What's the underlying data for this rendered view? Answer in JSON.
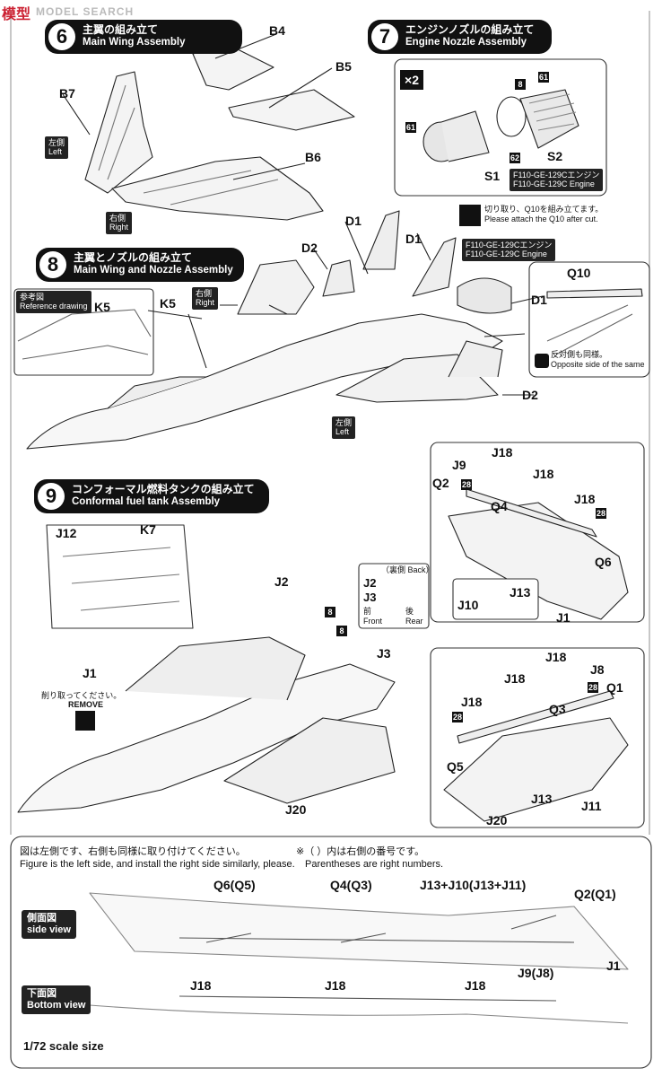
{
  "watermark": {
    "site": "MODEL SEARCH",
    "logo_text": "模型"
  },
  "step6": {
    "num": "6",
    "ja": "主翼の組み立て",
    "en": "Main Wing Assembly"
  },
  "step7": {
    "num": "7",
    "ja": "エンジンノズルの組み立て",
    "en": "Engine Nozzle Assembly",
    "multiplier": "×2",
    "parts": {
      "p61a": "61",
      "p61b": "61",
      "p8": "8",
      "p62": "62",
      "s1": "S1",
      "s2": "S2"
    },
    "engine_tag": [
      "F110-GE-129Cエンジン",
      "F110-GE-129C Engine"
    ]
  },
  "step8": {
    "num": "8",
    "ja": "主翼とノズルの組み立て",
    "en": "Main Wing and Nozzle Assembly"
  },
  "step9": {
    "num": "9",
    "ja": "コンフォーマル燃料タンクの組み立て",
    "en": "Conformal fuel tank Assembly"
  },
  "labels": {
    "b4": "B4",
    "b5": "B5",
    "b6": "B6",
    "b7": "B7",
    "d1a": "D1",
    "d1b": "D1",
    "d1c": "D1",
    "d2a": "D2",
    "d2b": "D2",
    "k5a": "K5",
    "k5b": "K5",
    "k7": "K7",
    "j12": "J12",
    "j1a": "J1",
    "j1b": "J1",
    "j1c": "J1",
    "j2": "J2",
    "j3": "J3",
    "j20a": "J20",
    "j20b": "J20",
    "j9": "J9",
    "j18": "J18",
    "q2": "Q2",
    "q4": "Q4",
    "q6": "Q6",
    "q10": "Q10",
    "j10": "J10",
    "j13a": "J13",
    "j13b": "J13",
    "j11": "J11",
    "j8": "J8",
    "q1": "Q1",
    "q3": "Q3",
    "q5": "Q5",
    "m28": "28",
    "m8": "8"
  },
  "tags": {
    "left_ja": "左側",
    "left_en": "Left",
    "right_ja": "右側",
    "right_en": "Right",
    "ref_ja": "参考図",
    "ref_en": "Reference drawing",
    "engine_ja": "F110-GE-129Cエンジン",
    "engine_en": "F110-GE-129C Engine",
    "remove": "REMOVE"
  },
  "notes": {
    "q10_cut_ja": "切り取り、Q10を組み立てます。",
    "q10_cut_en": "Please attach the Q10 after cut.",
    "opposite_ja": "反対側も同様。",
    "opposite_en": "Opposite side of the same",
    "cut_off_ja": "削り取ってください。",
    "back_ja": "（裏側 Back）",
    "front_ja": "前",
    "front_en": "Front",
    "rear_ja": "後",
    "rear_en": "Rear"
  },
  "bottom": {
    "fig_ja": "図は左側です、右側も同様に取り付けてください。",
    "fig_en": "Figure is the left side, and install the right side similarly, please.",
    "paren_ja": "※（ ）内は右側の番号です。",
    "paren_en": "Parentheses are right numbers.",
    "side_ja": "側面図",
    "side_en": "side view",
    "bottom_ja": "下面図",
    "bottom_en": "Bottom view",
    "scale": "1/72 scale size",
    "q6q5": "Q6(Q5)",
    "q4q3": "Q4(Q3)",
    "j13j10": "J13+J10(J13+J11)",
    "q2q1": "Q2(Q1)",
    "j1": "J1",
    "j9j8": "J9(J8)",
    "j18a": "J18",
    "j18b": "J18",
    "j18c": "J18"
  }
}
